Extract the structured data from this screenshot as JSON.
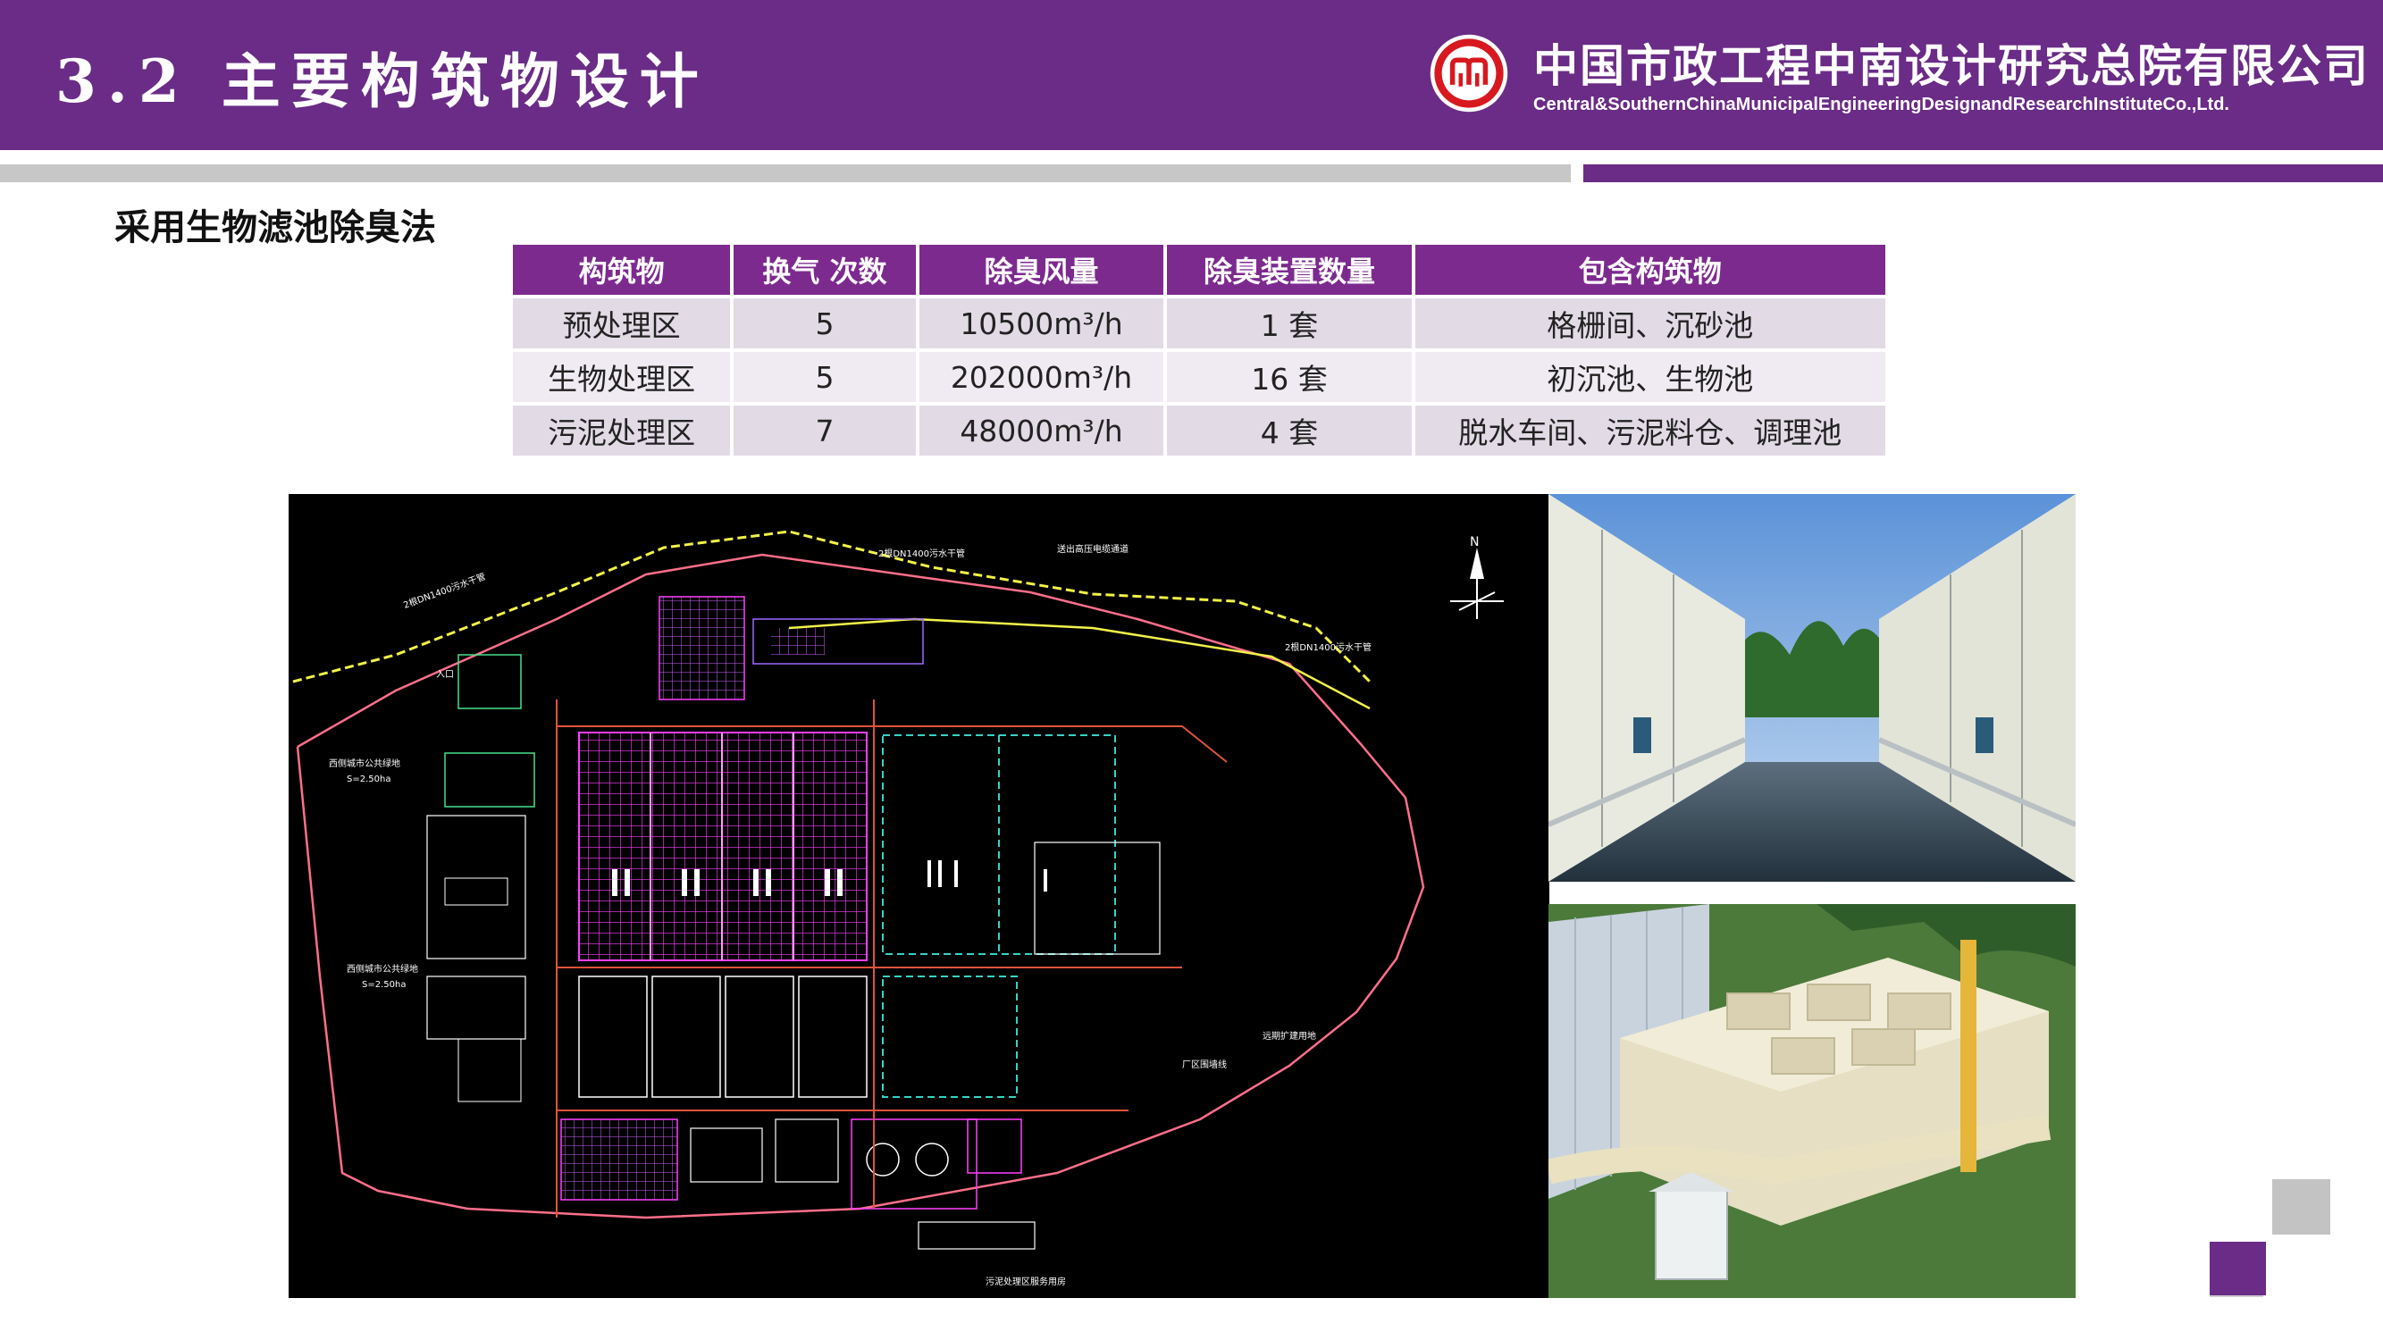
{
  "header": {
    "title": "3.2 主要构筑物设计",
    "company_cn": "中国市政工程中南设计研究总院有限公司",
    "company_en": "Central&SouthernChinaMunicipalEngineeringDesignandResearchInstituteCo.,Ltd."
  },
  "subtitle": "采用生物滤池除臭法",
  "table": {
    "headers": [
      "构筑物",
      "换气 次数",
      "除臭风量",
      "除臭装置数量",
      "包含构筑物"
    ],
    "rows": [
      [
        "预处理区",
        "5",
        "10500m³/h",
        "1 套",
        "格栅间、沉砂池"
      ],
      [
        "生物处理区",
        "5",
        "202000m³/h",
        "16 套",
        "初沉池、生物池"
      ],
      [
        "污泥处理区",
        "7",
        "48000m³/h",
        "4 套",
        "脱水车间、污泥料仓、调理池"
      ]
    ]
  },
  "plan": {
    "labels": {
      "north": "N",
      "pipe_a": "2根DN1400污水干管",
      "pipe_b": "2根DN1400污水干管",
      "pipe_c": "2根DN1400污水干管",
      "pipe_d": "送出高压电缆通道",
      "green_a": "西侧城市公共绿地",
      "area_a": "S=2.50ha",
      "green_b": "西侧城市公共绿地",
      "area_b": "S=2.50ha",
      "road": "厂区围墙线",
      "expansion": "远期扩建用地",
      "sludge": "污泥处理区服务用房",
      "gate": "入口"
    }
  },
  "colors": {
    "brand_purple": "#6a2c86",
    "table_header": "#7d2a8f",
    "row_odd": "#e2dbe6",
    "row_even": "#f0ebf2",
    "bar_gray": "#c7c7c7"
  },
  "icons": {
    "logo": "company-logo-icon",
    "north": "north-arrow-icon"
  }
}
